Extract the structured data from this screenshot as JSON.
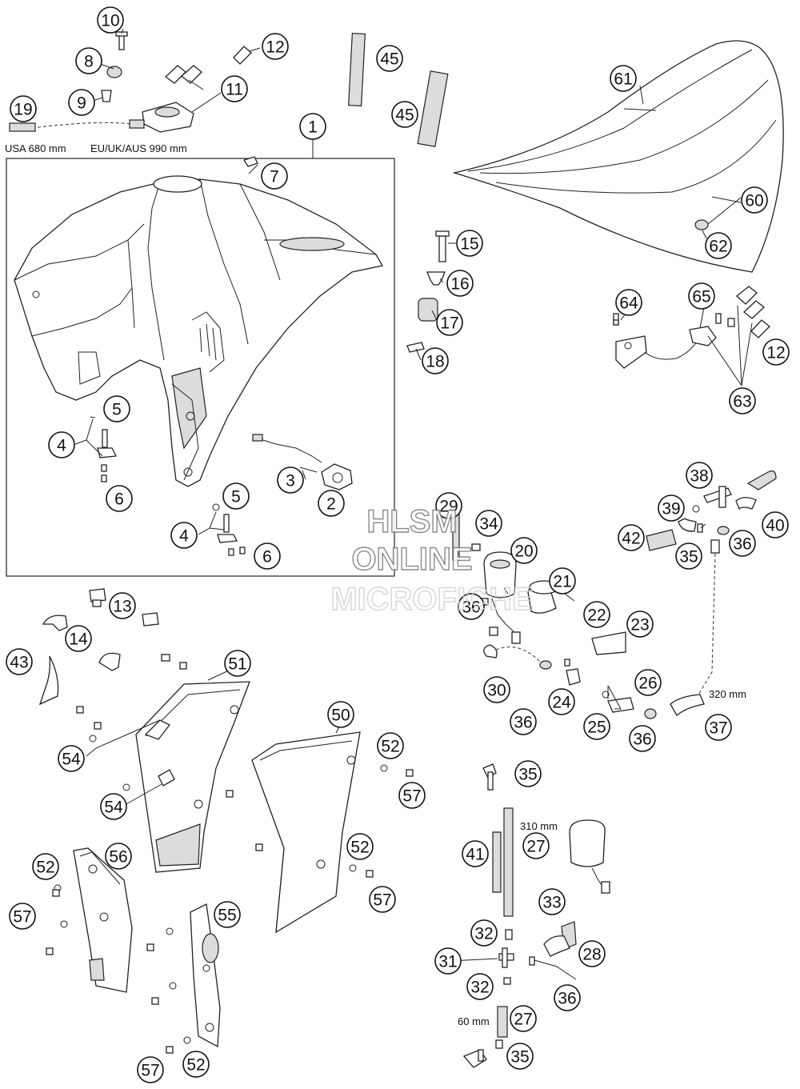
{
  "notes": {
    "hose_19_usa": "USA 680 mm",
    "hose_19_eu": "EU/UK/AUS 990 mm",
    "hose_37": "320 mm",
    "hose_27_long": "310 mm",
    "hose_27_short": "60 mm"
  },
  "watermark": {
    "line1": "HLSM",
    "line2": "ONLINE",
    "line3": "MICROFICHE"
  },
  "callouts": [
    "10",
    "8",
    "9",
    "11",
    "12",
    "19",
    "45",
    "45",
    "61",
    "1",
    "7",
    "60",
    "62",
    "15",
    "16",
    "17",
    "18",
    "64",
    "65",
    "12",
    "63",
    "5",
    "4",
    "6",
    "3",
    "2",
    "5",
    "4",
    "6",
    "29",
    "34",
    "20",
    "21",
    "38",
    "39",
    "40",
    "42",
    "35",
    "36",
    "13",
    "14",
    "43",
    "51",
    "36",
    "22",
    "23",
    "26",
    "30",
    "24",
    "25",
    "36",
    "36",
    "37",
    "50",
    "54",
    "52",
    "57",
    "54",
    "56",
    "52",
    "52",
    "57",
    "57",
    "55",
    "35",
    "27",
    "41",
    "33",
    "32",
    "28",
    "31",
    "32",
    "36",
    "27",
    "57",
    "52",
    "35"
  ]
}
